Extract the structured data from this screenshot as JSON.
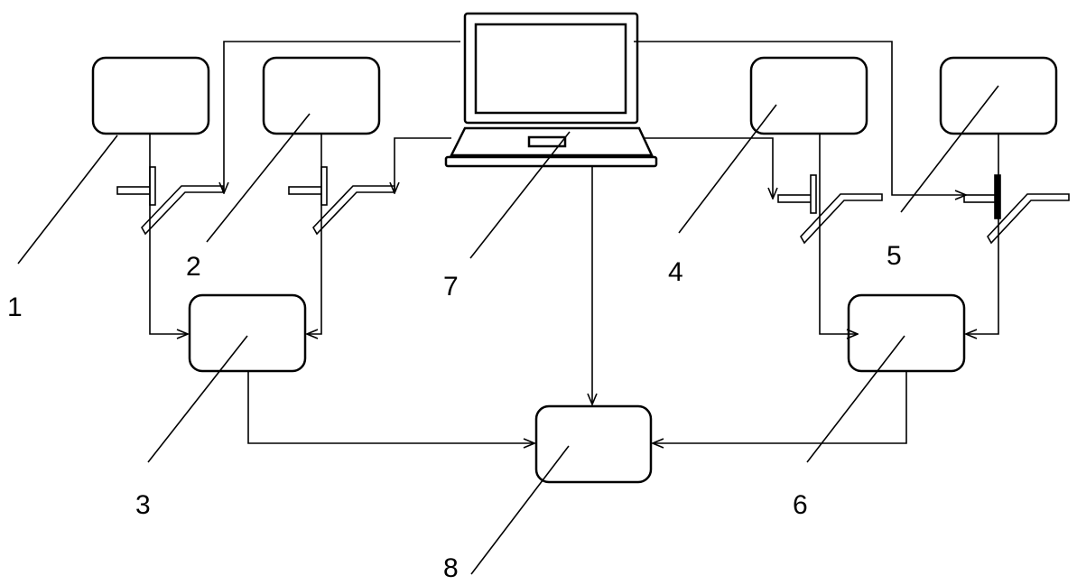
{
  "labels": {
    "l1": "1",
    "l2": "2",
    "l3": "3",
    "l4": "4",
    "l5": "5",
    "l6": "6",
    "l7": "7",
    "l8": "8"
  },
  "icons": {
    "computer": "laptop-icon"
  },
  "colors": {
    "stroke": "#000000",
    "background": "#ffffff"
  }
}
